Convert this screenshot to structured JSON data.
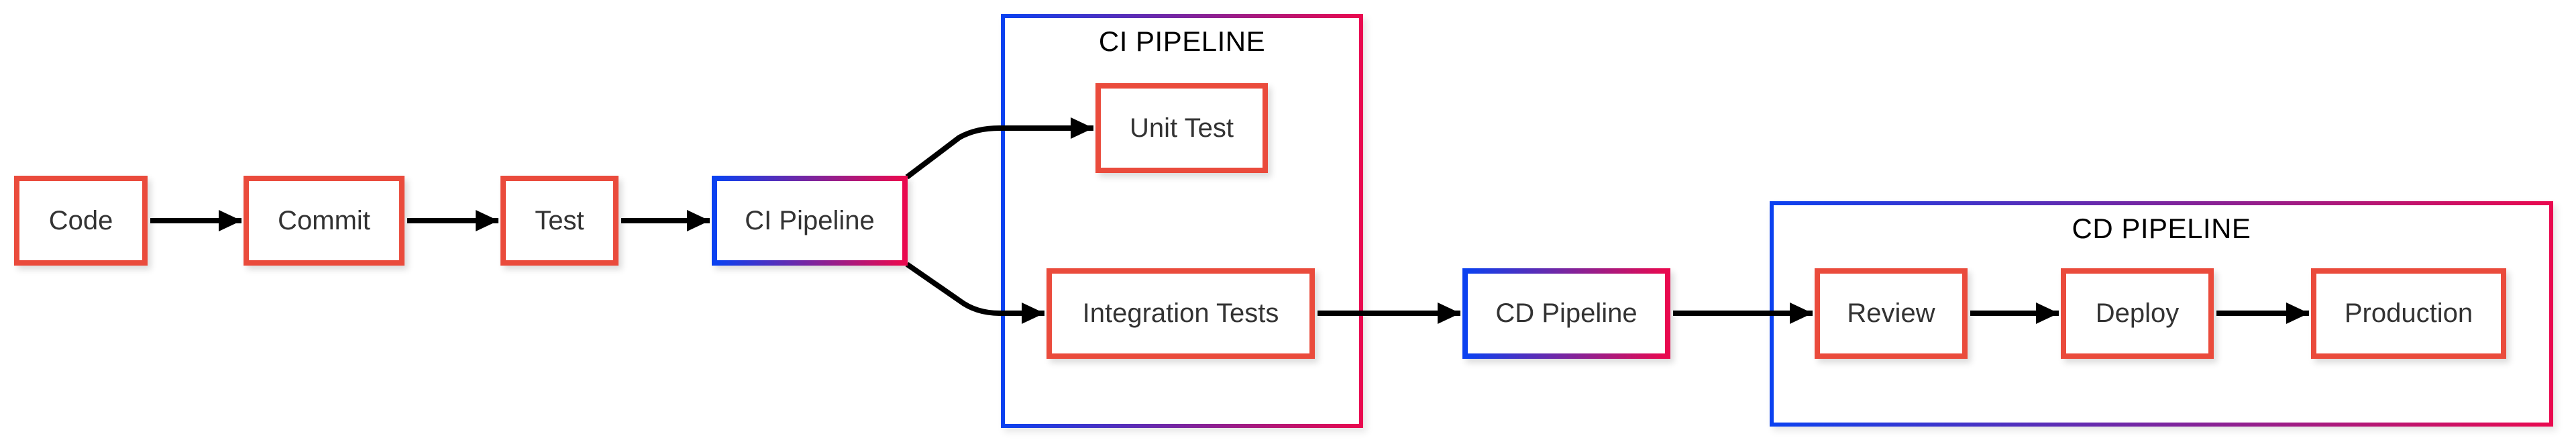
{
  "diagram": {
    "type": "flowchart",
    "direction": "left-to-right",
    "background": "#ffffff",
    "colors": {
      "node_border": "#ea4b3c",
      "node_fill": "#ffffff",
      "pipeline_gradient_start": "#0b41f0",
      "pipeline_gradient_end": "#e9094f",
      "node_text": "#333333",
      "title_text": "#000000",
      "arrow": "#000000"
    },
    "nodes": {
      "code": {
        "label": "Code"
      },
      "commit": {
        "label": "Commit"
      },
      "test": {
        "label": "Test"
      },
      "ci_pipeline": {
        "label": "CI Pipeline"
      },
      "unit_test": {
        "label": "Unit Test"
      },
      "integration_tests": {
        "label": "Integration Tests"
      },
      "cd_pipeline": {
        "label": "CD Pipeline"
      },
      "review": {
        "label": "Review"
      },
      "deploy": {
        "label": "Deploy"
      },
      "production": {
        "label": "Production"
      }
    },
    "containers": {
      "ci": {
        "title": "CI PIPELINE"
      },
      "cd": {
        "title": "CD PIPELINE"
      }
    },
    "edges": [
      {
        "from": "code",
        "to": "commit"
      },
      {
        "from": "commit",
        "to": "test"
      },
      {
        "from": "test",
        "to": "ci_pipeline"
      },
      {
        "from": "ci_pipeline",
        "to": "unit_test"
      },
      {
        "from": "ci_pipeline",
        "to": "integration_tests"
      },
      {
        "from": "integration_tests",
        "to": "cd_pipeline"
      },
      {
        "from": "cd_pipeline",
        "to": "review"
      },
      {
        "from": "review",
        "to": "deploy"
      },
      {
        "from": "deploy",
        "to": "production"
      }
    ]
  }
}
